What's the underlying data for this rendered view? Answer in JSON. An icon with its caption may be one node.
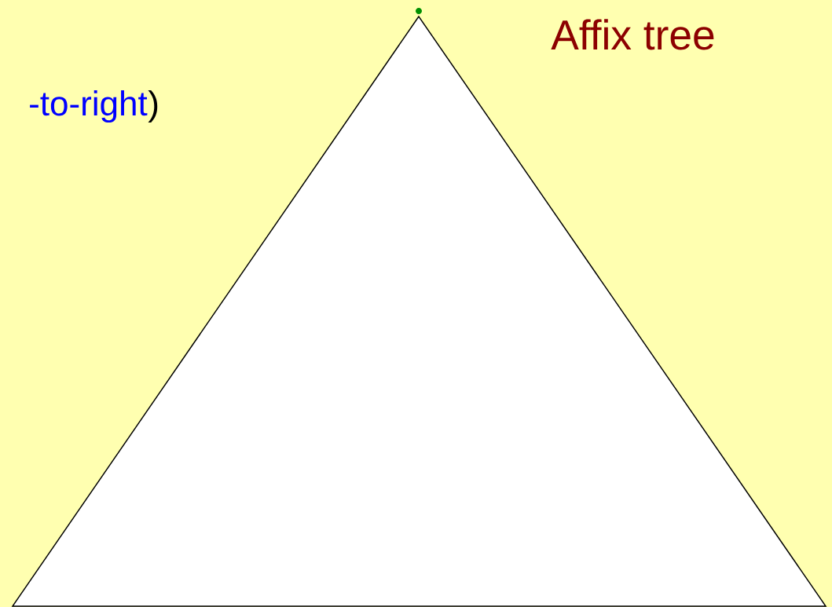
{
  "diagram": {
    "title": "Affix tree",
    "nodes": [
      {
        "text": [],
        "shape": "triangle"
      },
      {
        "text": [],
        "shape": "circle"
      }
    ],
    "labels": [
      "-to-right",
      ")"
    ]
  }
}
